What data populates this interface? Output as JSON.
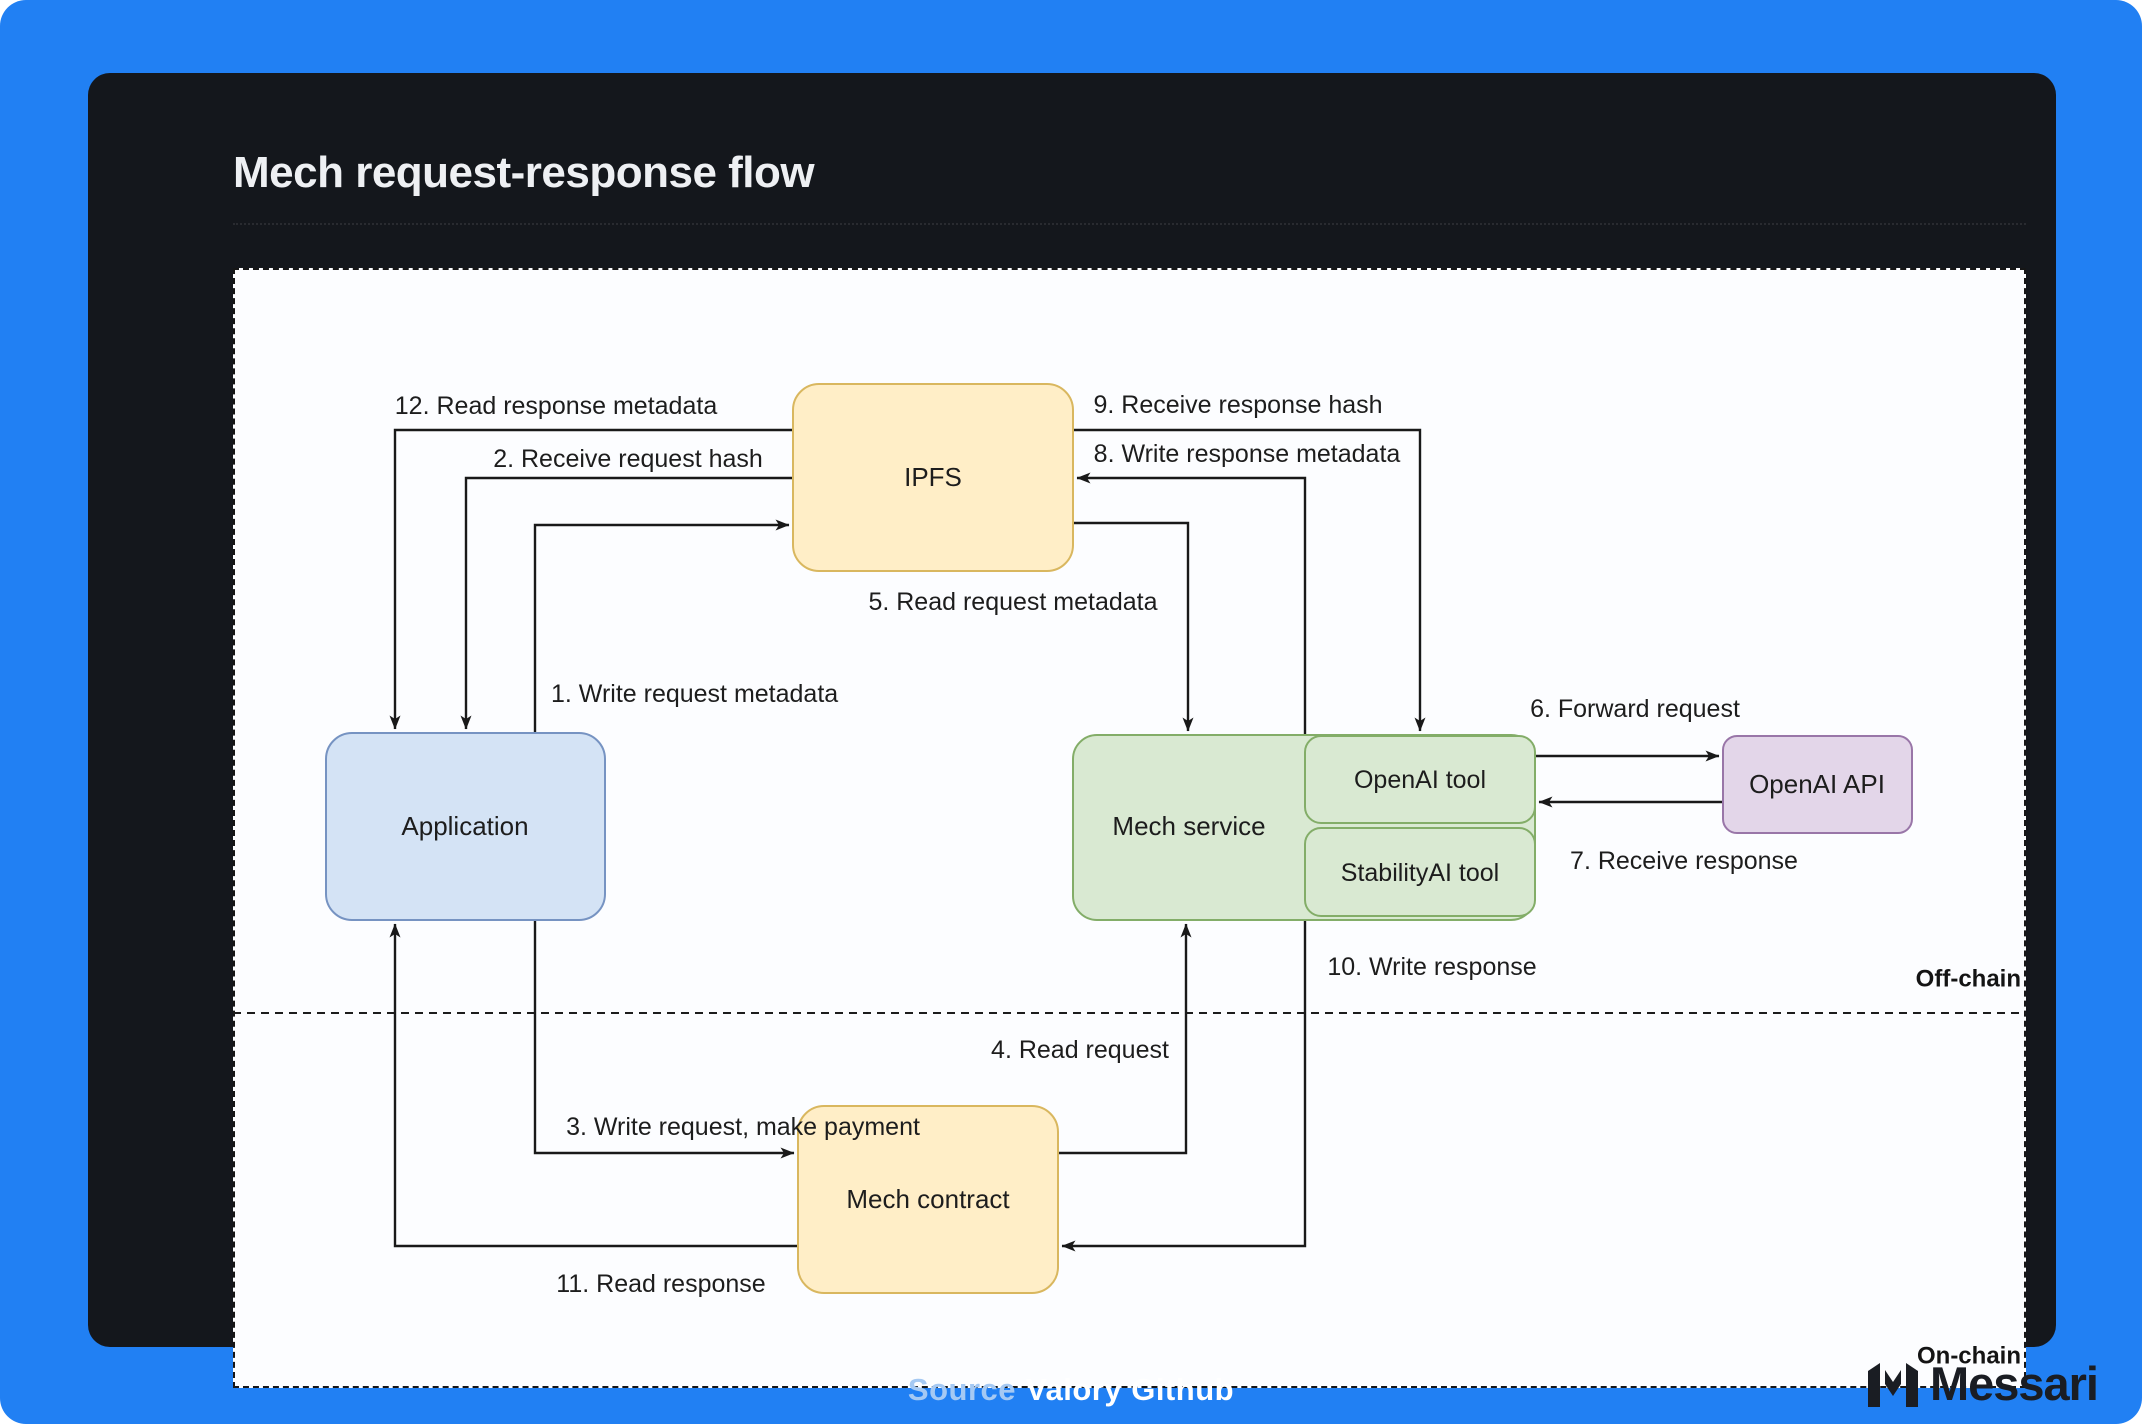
{
  "window": {
    "title": "Mech request-response flow"
  },
  "diagram": {
    "nodes": {
      "application": {
        "label": "Application"
      },
      "ipfs": {
        "label": "IPFS"
      },
      "mech_service": {
        "label": "Mech service"
      },
      "openai_tool": {
        "label": "OpenAI tool"
      },
      "stabilityai_tool": {
        "label": "StabilityAI tool"
      },
      "openai_api": {
        "label": "OpenAI API"
      },
      "mech_contract": {
        "label": "Mech contract"
      }
    },
    "regions": {
      "offchain": "Off-chain",
      "onchain": "On-chain"
    },
    "steps": {
      "s1": "1. Write request metadata",
      "s2": "2. Receive request hash",
      "s3": "3. Write request, make payment",
      "s4": "4. Read request",
      "s5": "5. Read request metadata",
      "s6": "6. Forward request",
      "s7": "7. Receive response",
      "s8": "8. Write response metadata",
      "s9": "9. Receive response hash",
      "s10": "10. Write response",
      "s11": "11. Read response",
      "s12": "12. Read response metadata"
    },
    "colors": {
      "background_blue": "#2180f3",
      "card_dark": "#14171c",
      "panel_white": "#fcfdff",
      "edge": "#191919",
      "node_blue": "#d4e3f5",
      "node_blue_border": "#7693c2",
      "node_yellow": "#ffeec7",
      "node_yellow_border": "#d9b75f",
      "node_green": "#d9e9d2",
      "node_green_border": "#83ad68",
      "node_purple": "#e3d6e9",
      "node_purple_border": "#9976a8"
    }
  },
  "footer": {
    "source_prefix": "Source",
    "source_name": "Valory Github",
    "brand": "Messari"
  }
}
